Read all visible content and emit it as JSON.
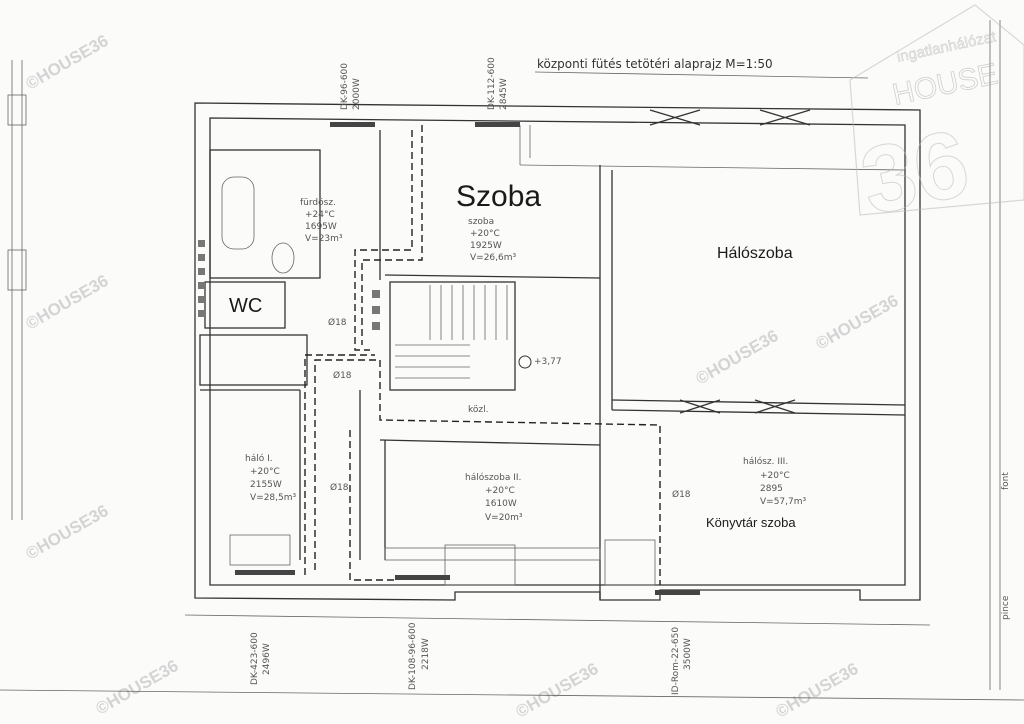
{
  "title": "központi fütés tetötéri alaprajz M=1:50",
  "rooms": {
    "furdo": {
      "name": "fürdösz.",
      "temp": "+24°C",
      "power": "1695W",
      "volume": "V=23m³"
    },
    "szoba": {
      "overlay": "Szoba",
      "name": "szoba",
      "temp": "+20°C",
      "power": "1925W",
      "volume": "V=26,6m³"
    },
    "wc": {
      "overlay": "WC"
    },
    "haloszoba": {
      "overlay": "Hálószoba"
    },
    "halo1": {
      "name": "háló I.",
      "temp": "+20°C",
      "power": "2155W",
      "volume": "V=28,5m³"
    },
    "halo2": {
      "name": "hálószoba II.",
      "temp": "+20°C",
      "power": "1610W",
      "volume": "V=20m³"
    },
    "halo3": {
      "name": "hálósz. III.",
      "temp": "+20°C",
      "power": "2895",
      "volume": "V=57,7m³",
      "overlay": "Könyvtár szoba"
    },
    "lepcso": {
      "name": "közl.",
      "level": "+3,77"
    }
  },
  "pipes": [
    "Ø18",
    "Ø18",
    "Ø18",
    "Ø18"
  ],
  "radiators": {
    "top": [
      {
        "type": "DK-96-600",
        "power": "2000W"
      },
      {
        "type": "DK-112-600",
        "power": "2845W"
      }
    ],
    "bottom": [
      {
        "type": "DK-423-600",
        "power": "2496W"
      },
      {
        "type": "DK-108-96-600",
        "power": "2218W"
      },
      {
        "type": "ID-Rom-22-650",
        "power": "3500W"
      }
    ]
  },
  "side_notes": [
    "font",
    "pince"
  ],
  "logo": {
    "line1": "ingatlanhálózat",
    "line2": "HOUSE",
    "line3": "36"
  },
  "watermark": "©HOUSE36"
}
